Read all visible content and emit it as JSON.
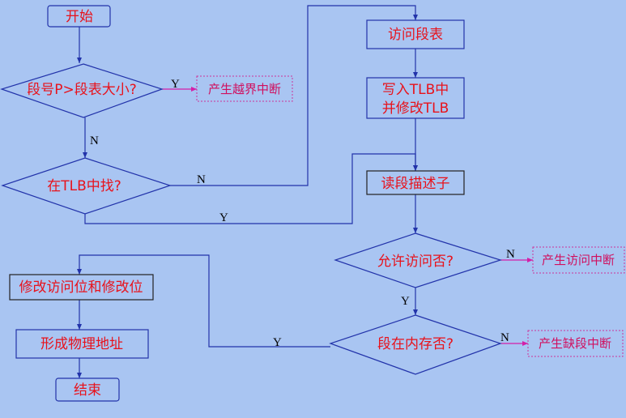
{
  "nodes": {
    "start": "开始",
    "check_length": "段号P>段表大小?",
    "out_of_bounds": "产生越界中断",
    "search_tlb": "在TLB中找?",
    "access_seg_table": "访问段表",
    "write_tlb_line1": "写入TLB中",
    "write_tlb_line2": "并修改TLB",
    "read_descriptor": "读段描述子",
    "allow_access": "允许访问否?",
    "access_interrupt": "产生访问中断",
    "in_memory": "段在内存否?",
    "missing_segment": "产生缺段中断",
    "modify_bits": "修改访问位和修改位",
    "physical_address": "形成物理地址",
    "end": "结束"
  },
  "edge_labels": {
    "bounds_yes": "Y",
    "bounds_no": "N",
    "tlb_no": "N",
    "tlb_yes": "Y",
    "allow_no": "N",
    "allow_yes": "Y",
    "memory_no": "N",
    "memory_yes": "Y"
  }
}
